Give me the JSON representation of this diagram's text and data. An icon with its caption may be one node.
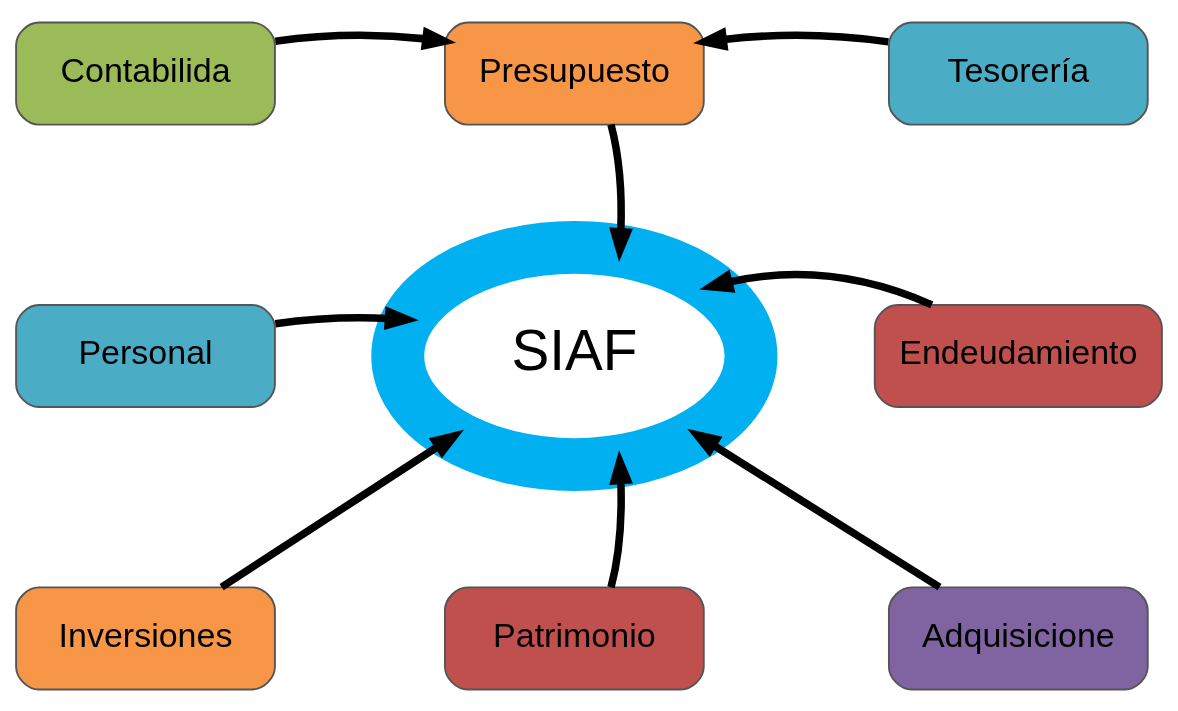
{
  "diagram": {
    "nodes": [
      {
        "text": [
          "Presupuesto"
        ]
      },
      {
        "text": [
          "Contabilida"
        ]
      },
      {
        "text": [
          "Tesorería"
        ]
      },
      {
        "text": [
          "Personal"
        ]
      },
      {
        "text": [
          "SIAF"
        ]
      },
      {
        "text": [
          "Endeudamiento"
        ]
      },
      {
        "text": [
          "Inversiones"
        ]
      },
      {
        "text": [
          "Adquisicione"
        ]
      },
      {
        "text": [
          "Patrimonio"
        ]
      }
    ],
    "edges": [
      {
        "from": 1,
        "to": 0,
        "arrow": "to"
      },
      {
        "from": 2,
        "to": 0,
        "arrow": "to"
      },
      {
        "from": 0,
        "to": 4,
        "arrow": "to"
      },
      {
        "from": 3,
        "to": 4,
        "arrow": "to"
      },
      {
        "from": 5,
        "to": 4,
        "arrow": "to"
      },
      {
        "from": 6,
        "to": 4,
        "arrow": "to"
      },
      {
        "from": 7,
        "to": 4,
        "arrow": "to"
      },
      {
        "from": 8,
        "to": 4,
        "arrow": "to"
      }
    ]
  }
}
